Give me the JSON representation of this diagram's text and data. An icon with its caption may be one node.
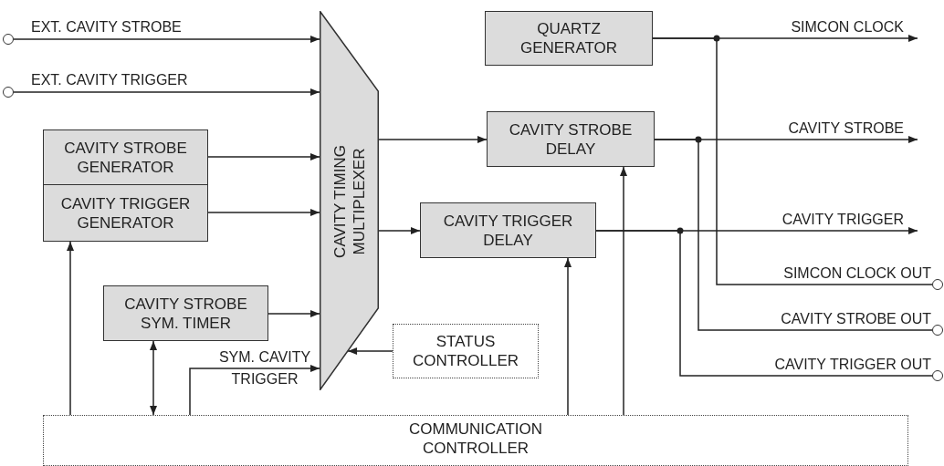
{
  "diagram": {
    "nodes": [
      {
        "text": [],
        "shape": "circle"
      },
      {
        "text": [],
        "shape": "circle"
      },
      {
        "text": [
          "CAVITY TIMING MULTIPLEXER"
        ]
      },
      {
        "text": [
          "CAVITY STROBE GENERATOR"
        ]
      },
      {
        "text": [
          "CAVITY TRIGGER GENERATOR"
        ]
      },
      {
        "text": [
          "CAVITY STROBE SYM. TIMER"
        ]
      },
      {
        "text": [
          "STATUS CONTROLLER"
        ]
      },
      {
        "text": [
          "QUARTZ GENERATOR"
        ]
      },
      {
        "text": [
          "CAVITY STROBE DELAY"
        ]
      },
      {
        "text": [
          "CAVITY TRIGGER DELAY"
        ]
      },
      {
        "text": [
          "COMMUNICATION CONTROLLER"
        ]
      },
      {
        "text": [],
        "shape": "circle"
      },
      {
        "text": [],
        "shape": "circle"
      },
      {
        "text": [],
        "shape": "circle"
      }
    ],
    "edges": [
      {
        "from": 0,
        "to": 2,
        "arrow": "to",
        "label": "EXT. CAVITY STROBE"
      },
      {
        "from": 1,
        "to": 2,
        "arrow": "to",
        "label": "EXT. CAVITY TRIGGER"
      },
      {
        "from": 3,
        "to": 2,
        "arrow": "to"
      },
      {
        "from": 4,
        "to": 2,
        "arrow": "to"
      },
      {
        "from": 5,
        "to": 2,
        "arrow": "to"
      },
      {
        "from": 10,
        "to": 2,
        "arrow": "to",
        "label": "SYM. CAVITY TRIGGER"
      },
      {
        "from": 6,
        "to": 2,
        "arrow": "to"
      },
      {
        "from": 10,
        "to": 4,
        "arrow": "to"
      },
      {
        "from": 5,
        "to": 10,
        "arrow": "both"
      },
      {
        "from": 2,
        "to": 8,
        "arrow": "to"
      },
      {
        "from": 2,
        "to": 9,
        "arrow": "to"
      },
      {
        "from": 10,
        "to": 9,
        "arrow": "to"
      },
      {
        "from": 10,
        "to": 8,
        "arrow": "to"
      },
      {
        "from": 7,
        "to": null,
        "arrow": "to",
        "label": "SIMCON CLOCK"
      },
      {
        "from": 8,
        "to": null,
        "arrow": "to",
        "label": "CAVITY STROBE"
      },
      {
        "from": 9,
        "to": null,
        "arrow": "to",
        "label": "CAVITY TRIGGER"
      },
      {
        "from": 7,
        "to": 11,
        "arrow": "none",
        "label": "SIMCON CLOCK OUT"
      },
      {
        "from": 8,
        "to": 12,
        "arrow": "none",
        "label": "CAVITY STROBE OUT"
      },
      {
        "from": 9,
        "to": 13,
        "arrow": "none",
        "label": "CAVITY TRIGGER OUT"
      }
    ]
  }
}
